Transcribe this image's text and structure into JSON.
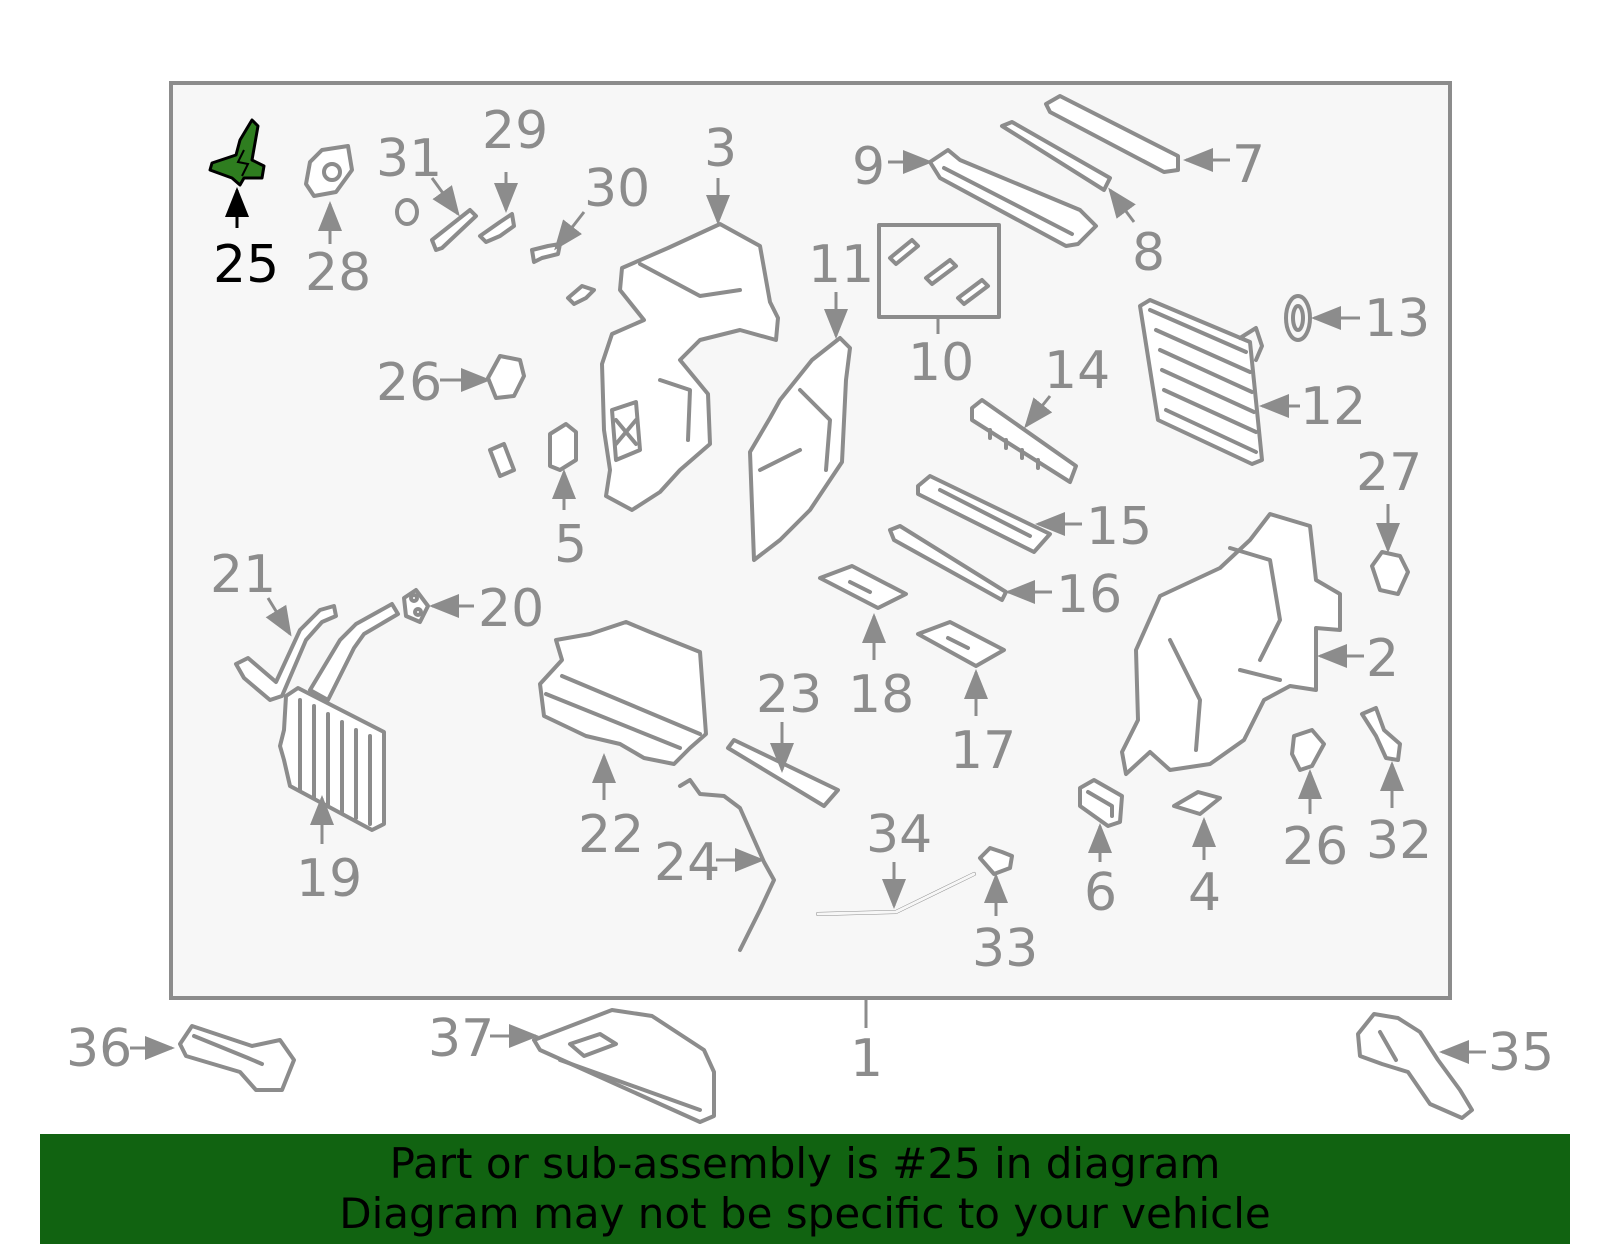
{
  "callouts": {
    "c1": "1",
    "c2": "2",
    "c3": "3",
    "c4": "4",
    "c5": "5",
    "c6": "6",
    "c7": "7",
    "c8": "8",
    "c9": "9",
    "c10": "10",
    "c11": "11",
    "c12": "12",
    "c13": "13",
    "c14": "14",
    "c15": "15",
    "c16": "16",
    "c17": "17",
    "c18": "18",
    "c19": "19",
    "c20": "20",
    "c21": "21",
    "c22": "22",
    "c23": "23",
    "c24": "24",
    "c25": "25",
    "c26a": "26",
    "c26b": "26",
    "c27": "27",
    "c28": "28",
    "c29": "29",
    "c30": "30",
    "c31": "31",
    "c32": "32",
    "c33": "33",
    "c34": "34",
    "c35": "35",
    "c36": "36",
    "c37": "37"
  },
  "highlight": {
    "part": "25",
    "color": "#2e7d1f"
  },
  "banner": {
    "line1": "Part or sub-assembly is #25 in diagram",
    "line2": "Diagram may not be specific to your vehicle",
    "background": "#116311"
  },
  "colors": {
    "line": "#8c8c8c",
    "panel": "#f7f7f7"
  }
}
